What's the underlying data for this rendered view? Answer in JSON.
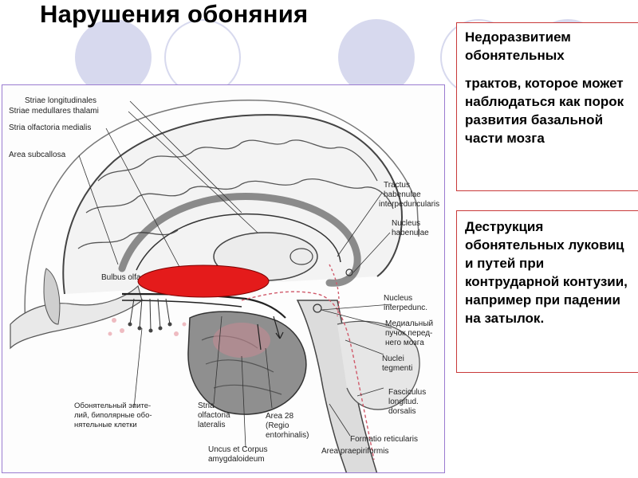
{
  "title": "Нарушения обоняния",
  "note_1": {
    "line_a": "Недоразвитием обонятельных",
    "line_b": "трактов, которое может наблюдаться как порок развития базальной части мозга"
  },
  "note_2": {
    "text": "Деструкция обонятельных луковиц и путей при контрударной контузии, например при падении на затылок."
  },
  "figure": {
    "labels_left": [
      "Striae longitudinales",
      "Striae medullares thalami",
      "Stria olfactoria medialis",
      "Area subcallosa",
      "Bulbus olfactorius"
    ],
    "labels_right": [
      "Tractus",
      "habenulae",
      "interpeduncularis",
      "Nucleus",
      "habenulae",
      "Nucleus",
      "interpedunc.",
      "Медиальный",
      "пучок перед-",
      "него мозга",
      "Nuclei",
      "tegmenti",
      "Fasciculus",
      "longitud.",
      "dorsalis"
    ],
    "labels_bottom": [
      "Обонятельный эпите-",
      "лий, биполярные обо-",
      "нятельные клетки",
      "Stria",
      "olfactoria",
      "lateralis",
      "Area 28",
      "(Regio",
      "entorhinalis)",
      "Uncus et Corpus",
      "amygdaloideum",
      "Formatio reticularis",
      "Area praepiriformis"
    ],
    "colors": {
      "highlight": "#e41b1b",
      "frame": "#9a7bd0",
      "note_border": "#c93a3a",
      "decor": "#d7d9ee"
    }
  }
}
